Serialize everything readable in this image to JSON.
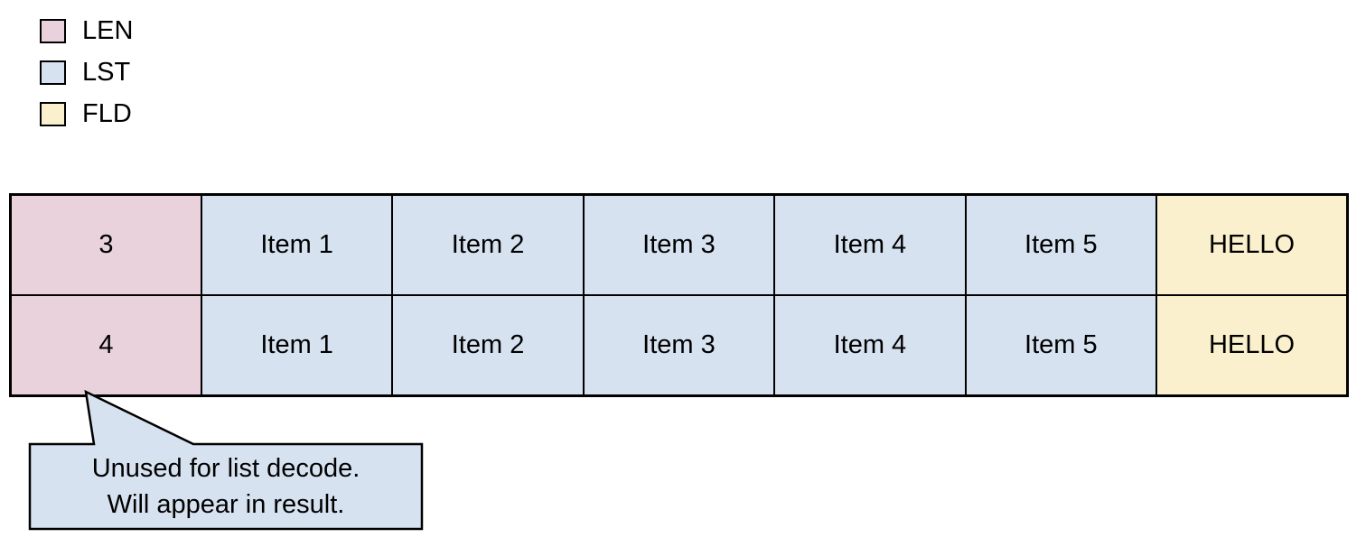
{
  "colors": {
    "len": "#e9d2dc",
    "lst": "#d7e2f0",
    "fld": "#fbf0cd",
    "border": "#000000",
    "background": "#ffffff"
  },
  "legend": {
    "items": [
      {
        "label": "LEN",
        "color": "#e9d2dc"
      },
      {
        "label": "LST",
        "color": "#d7e2f0"
      },
      {
        "label": "FLD",
        "color": "#fbf0cd"
      }
    ]
  },
  "encoding_table": {
    "rows": [
      {
        "len": "3",
        "items": [
          "Item 1",
          "Item 2",
          "Item 3",
          "Item 4",
          "Item 5"
        ],
        "fld": "HELLO"
      },
      {
        "len": "4",
        "items": [
          "Item 1",
          "Item 2",
          "Item 3",
          "Item 4",
          "Item 5"
        ],
        "fld": "HELLO"
      }
    ]
  },
  "callout": {
    "line1": "Unused for list decode.",
    "line2": "Will appear in result.",
    "fill": "#d7e2f0",
    "border": "#000000"
  }
}
